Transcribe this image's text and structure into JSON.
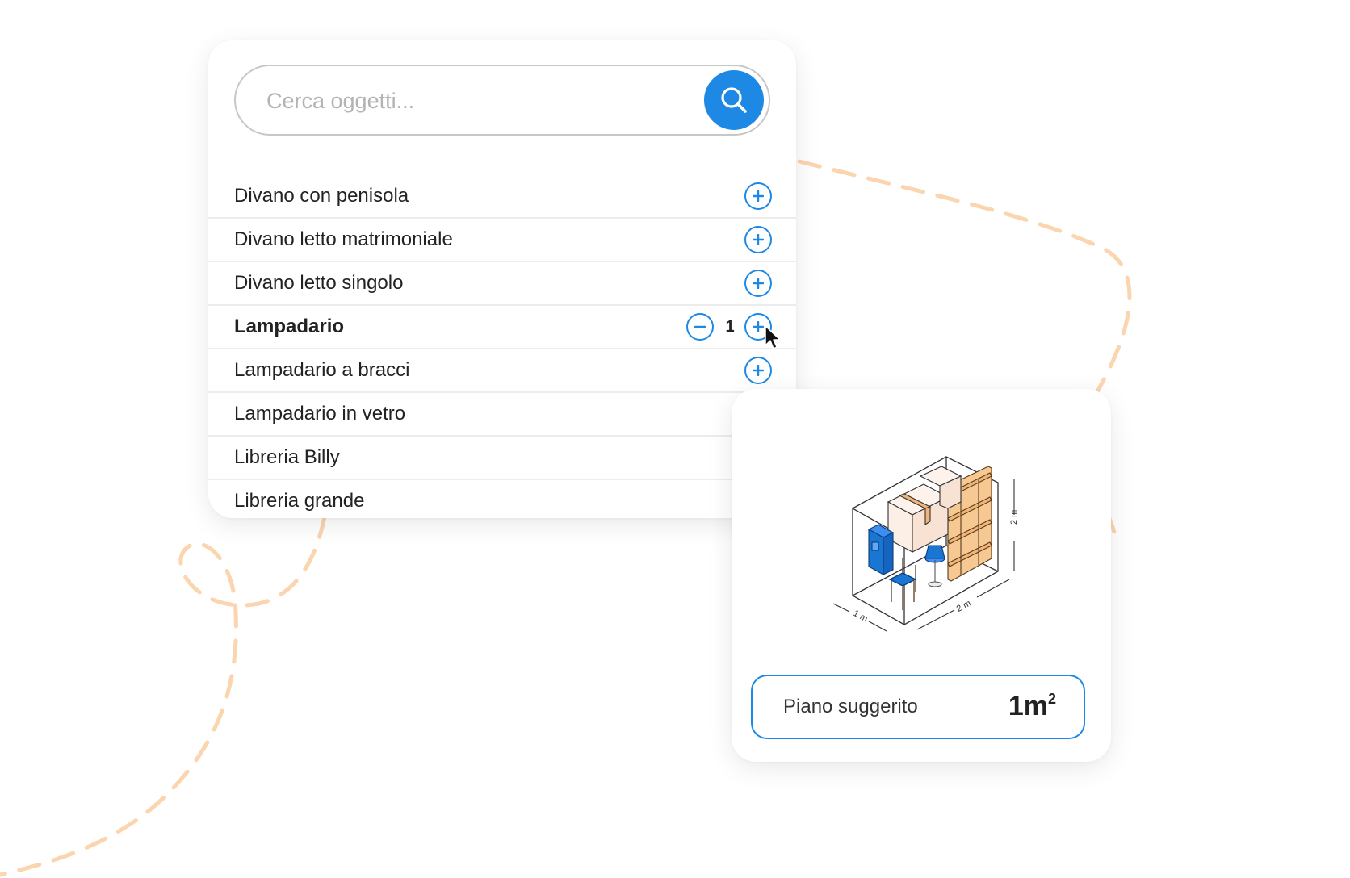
{
  "search": {
    "placeholder": "Cerca oggetti...",
    "button_icon": "search-icon"
  },
  "items": [
    {
      "label": "Divano con penisola",
      "quantity": 0
    },
    {
      "label": "Divano letto matrimoniale",
      "quantity": 0
    },
    {
      "label": "Divano letto singolo",
      "quantity": 0
    },
    {
      "label": "Lampadario",
      "quantity": "1",
      "selected": true
    },
    {
      "label": "Lampadario a bracci",
      "quantity": 0
    },
    {
      "label": "Lampadario in vetro",
      "quantity": 0
    },
    {
      "label": "Libreria Billy",
      "quantity": 0
    },
    {
      "label": "Libreria grande",
      "quantity": 0
    }
  ],
  "plan": {
    "label": "Piano suggerito",
    "value": "1m",
    "unit_exponent": "2",
    "dims": {
      "height": "2 m",
      "length": "2 m",
      "width": "1 m"
    }
  },
  "colors": {
    "accent": "#1e88e5",
    "decor_dash": "#fbd5b0",
    "box": "#fcefe6",
    "shelf": "#f3b577",
    "chair_blue": "#1976d2"
  },
  "icons": {
    "add": "plus-circle-icon",
    "remove": "minus-circle-icon",
    "cursor": "mouse-pointer-icon"
  }
}
